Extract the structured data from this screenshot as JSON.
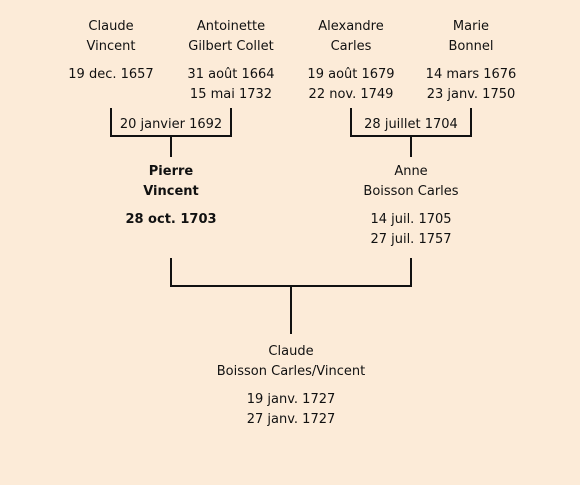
{
  "grandparents": {
    "claude_vincent": {
      "first_name": "Claude",
      "last_name": "Vincent",
      "birth": "19 dec. 1657"
    },
    "antoinette_collet": {
      "first_name": "Antoinette",
      "last_name": "Gilbert Collet",
      "birth": "31 août 1664",
      "death": "15 mai 1732"
    },
    "alexandre_carles": {
      "first_name": "Alexandre",
      "last_name": "Carles",
      "birth": "19 août 1679",
      "death": "22 nov. 1749"
    },
    "marie_bonnel": {
      "first_name": "Marie",
      "last_name": "Bonnel",
      "birth": "14 mars 1676",
      "death": "23 janv. 1750"
    }
  },
  "unions": {
    "vincent_collet": "20 janvier 1692",
    "carles_bonnel": "28 juillet 1704"
  },
  "parents": {
    "pierre_vincent": {
      "first_name": "Pierre",
      "last_name": "Vincent",
      "birth": "28 oct. 1703"
    },
    "anne_boisson_carles": {
      "first_name": "Anne",
      "last_name": "Boisson Carles",
      "birth": "14 juil. 1705",
      "death": "27 juil. 1757"
    }
  },
  "child": {
    "claude_boisson_carles_vincent": {
      "first_name": "Claude",
      "last_name": "Boisson Carles/Vincent",
      "birth": "19 janv. 1727",
      "death": "27 janv. 1727"
    }
  },
  "colors": {
    "background": "#fcebd8",
    "line": "#111111"
  }
}
